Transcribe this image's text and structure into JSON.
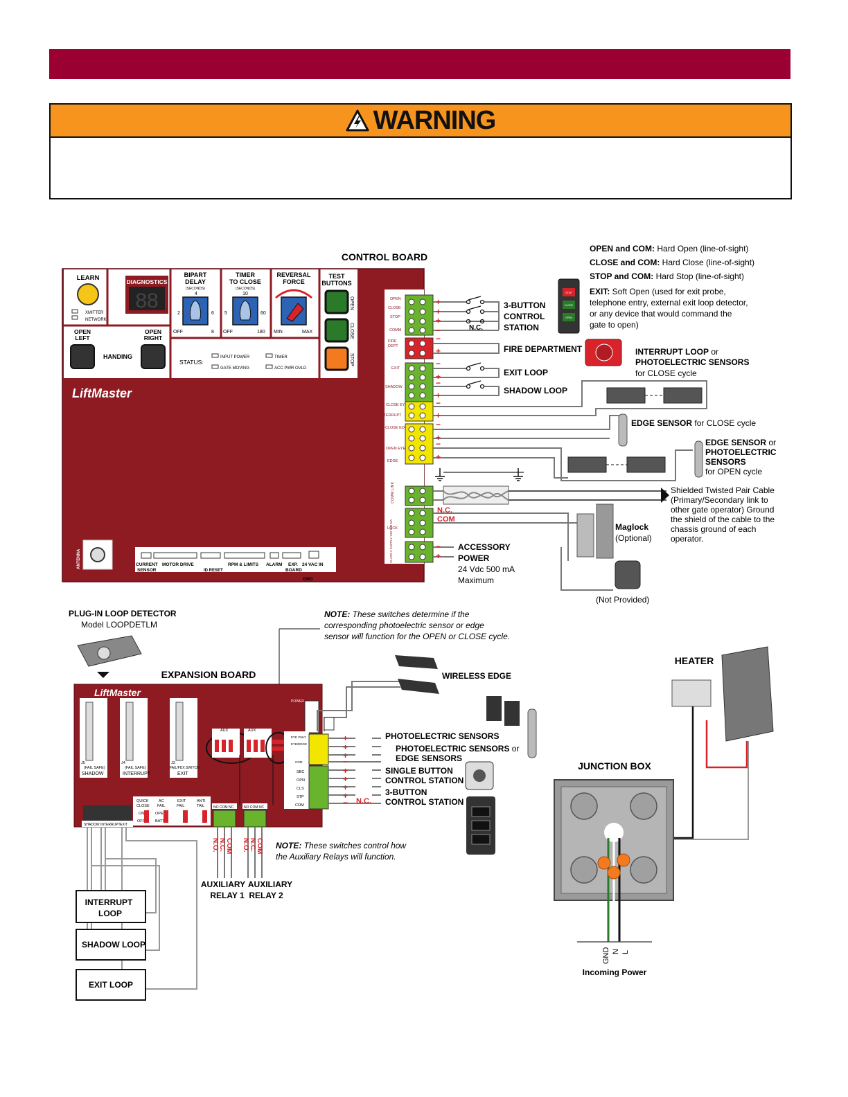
{
  "warning": {
    "title": "WARNING",
    "icon": "warning-triangle-icon"
  },
  "colors": {
    "band": "#9b0033",
    "warning": "#f7941d",
    "board": "#8e1a22",
    "green": "#6ab42d",
    "red": "#d8232a",
    "yellow": "#f2e500"
  },
  "control_board": {
    "title": "CONTROL BOARD",
    "brand": "LiftMaster",
    "learn": "LEARN",
    "xmitter": "XMITTER",
    "network": "NETWORK",
    "diagnostics": "DIAGNOSTICS",
    "display": "88",
    "bipart": {
      "title1": "BIPART",
      "title2": "DELAY",
      "units": "(SECONDS)",
      "n4": "4",
      "n2": "2",
      "n6": "6",
      "off": "OFF",
      "n8": "8"
    },
    "timer": {
      "title1": "TIMER",
      "title2": "TO CLOSE",
      "units": "(SECONDS)",
      "n10": "10",
      "n5": "5",
      "n60": "60",
      "off": "OFF",
      "n180": "180"
    },
    "reversal": {
      "title1": "REVERSAL",
      "title2": "FORCE",
      "min": "MIN",
      "max": "MAX"
    },
    "test_buttons": {
      "title1": "TEST",
      "title2": "BUTTONS",
      "open": "OPEN",
      "close": "CLOSE",
      "stop": "STOP"
    },
    "open_left": [
      "OPEN",
      "LEFT"
    ],
    "open_right": [
      "OPEN",
      "RIGHT"
    ],
    "handing": "HANDING",
    "status": "STATUS:",
    "input_power": "INPUT POWER",
    "gate_moving": "GATE MOVING",
    "timer_led": "TIMER",
    "acc_pwr": "ACC PWR OVLD",
    "antenna": "ANTENNA",
    "bottom_labels": {
      "current": "CURRENT",
      "sensor": "SENSOR",
      "motor": "MOTOR DRIVE",
      "id_reset": "ID RESET",
      "rpm": "RPM & LIMITS",
      "alarm": "ALARM",
      "exp": "EXP.",
      "board": "BOARD",
      "vac": "24 VAC IN",
      "gnd": "GND"
    },
    "terminal_labels": {
      "open": "OPEN",
      "close": "CLOSE",
      "stop": "STOP",
      "comm": "COMM",
      "fire": "FIRE",
      "dept": "DEPT",
      "exit": "EXIT",
      "shadow": "SHADOW",
      "close_eyes": "CLOSE EYES/",
      "interrupt": "INTERRUPT",
      "close_edge": "CLOSE EDGE",
      "open_eyes": "OPEN EYES/",
      "edge": "EDGE",
      "comm_link": "COMM LINK",
      "lock": "LOCK",
      "class2": "CLASS 2 SUPPLY 24V 500 MA"
    }
  },
  "right_labels": {
    "open_com_b": "OPEN and COM:",
    "open_com": " Hard Open (line-of-sight)",
    "close_com_b": "CLOSE and COM:",
    "close_com": " Hard Close (line-of-sight)",
    "stop_com_b": "STOP and COM:",
    "stop_com": " Hard Stop (line-of-sight)",
    "exit_b": "EXIT:",
    "exit1": " Soft Open (used for exit probe,",
    "exit2": "telephone entry, external exit loop detector,",
    "exit3": "or any device that would command the",
    "exit4": "gate to open)",
    "station": [
      "3-BUTTON",
      "CONTROL",
      "STATION"
    ],
    "nc": "N.C.",
    "fire_dept": "FIRE DEPARTMENT",
    "interrupt_b1": "INTERRUPT LOOP",
    "interrupt_or": " or",
    "interrupt_b2": "PHOTOELECTRIC SENSORS",
    "interrupt_3": "for CLOSE cycle",
    "exit_loop": "EXIT LOOP",
    "shadow_loop": "SHADOW LOOP",
    "edge_close_b": "EDGE SENSOR",
    "edge_close": " for CLOSE cycle",
    "edge_open_b1": "EDGE SENSOR",
    "edge_open_or": " or",
    "edge_open_b2": "PHOTOELECTRIC",
    "edge_open_b3": "SENSORS",
    "edge_open_4": "for OPEN cycle",
    "shield": [
      "Shielded Twisted Pair Cable",
      "(Primary/Secondary link to",
      "other gate operator) Ground",
      "the shield of the cable to the",
      "chassis ground of each",
      "operator."
    ],
    "nc_red": "N.C.",
    "com_red": "COM",
    "maglock": "Maglock",
    "optional": "(Optional)",
    "accessory": [
      "ACCESSORY",
      "POWER"
    ],
    "acc_spec": [
      "24 Vdc 500 mA",
      "Maximum"
    ],
    "not_provided": "(Not Provided)",
    "plus": "+",
    "minus": "−",
    "stn_stop": "STOP",
    "stn_close": "CLOSE",
    "stn_open": "OPEN"
  },
  "expansion": {
    "plugin_title": "PLUG-IN LOOP DETECTOR",
    "plugin_model": "Model LOOPDETLM",
    "note1_b": "NOTE:",
    "note1": [
      " These switches determine if the",
      "corresponding photoelectric sensor or edge",
      "sensor will function for the OPEN or CLOSE cycle."
    ],
    "title": "EXPANSION BOARD",
    "brand": "LiftMaster",
    "wireless_edge": "WIRELESS EDGE",
    "photo1": "PHOTOELECTRIC SENSORS",
    "photo2_b": "PHOTOELECTRIC SENSORS",
    "photo2_or": " or",
    "photo3": "EDGE SENSORS",
    "single1": "SINGLE BUTTON",
    "single2": "CONTROL STATION",
    "three1": "3-BUTTON",
    "three2": "CONTROL STATION",
    "nc": "N.C.",
    "slot_labels": {
      "j5": "J5",
      "j4": "J4",
      "j3": "J3",
      "fs1": "(FAIL SAFE)",
      "fs2": "(FAIL SAFE)",
      "fs3": "FAIL/FDX SWITCH",
      "shadow": "SHADOW",
      "interrupt": "INTERRUPT",
      "exit": "EXIT"
    },
    "switch_labels": {
      "quick": "QUICK",
      "close": "CLOSE",
      "ac": "AC",
      "fail": "FAIL",
      "exit": "EXIT",
      "fail2": "FAIL",
      "anti": "ANTI",
      "tail": "TAIL",
      "on": "ON",
      "off": "OFF",
      "open": "OPEN",
      "batt": "BATT"
    },
    "conn_labels": {
      "shadow": "SHADOW",
      "interrupt": "INTERRUPT",
      "exit": "EXIT"
    },
    "relay_terms": "NO COM NC",
    "aux1": "AUX",
    "aux2": "AUX",
    "power": "POWER",
    "right_terms": {
      "sbc": "SBC",
      "opn": "OPN",
      "cls": "CLS",
      "stp": "STP",
      "com": "COM",
      "eye_only": "EYE ONLY",
      "eye_edge": "EYE/EDGE",
      "com2": "COM"
    },
    "note2_b": "NOTE:",
    "note2": [
      " These switches control how",
      "the Auxiliary Relays will function."
    ],
    "relay1": [
      "AUXILIARY",
      "RELAY 1"
    ],
    "relay2": [
      "AUXILIARY",
      "RELAY 2"
    ],
    "nc_red": "N.C.",
    "com_red": "COM",
    "no_red": "N.O.",
    "interrupt_loop": [
      "INTERRUPT",
      "LOOP"
    ],
    "shadow_loop": "SHADOW LOOP",
    "exit_loop": "EXIT LOOP"
  },
  "power_side": {
    "heater": "HEATER",
    "junction": "JUNCTION BOX",
    "gnd": "GND",
    "n": "N",
    "l": "L",
    "incoming": "Incoming Power"
  }
}
